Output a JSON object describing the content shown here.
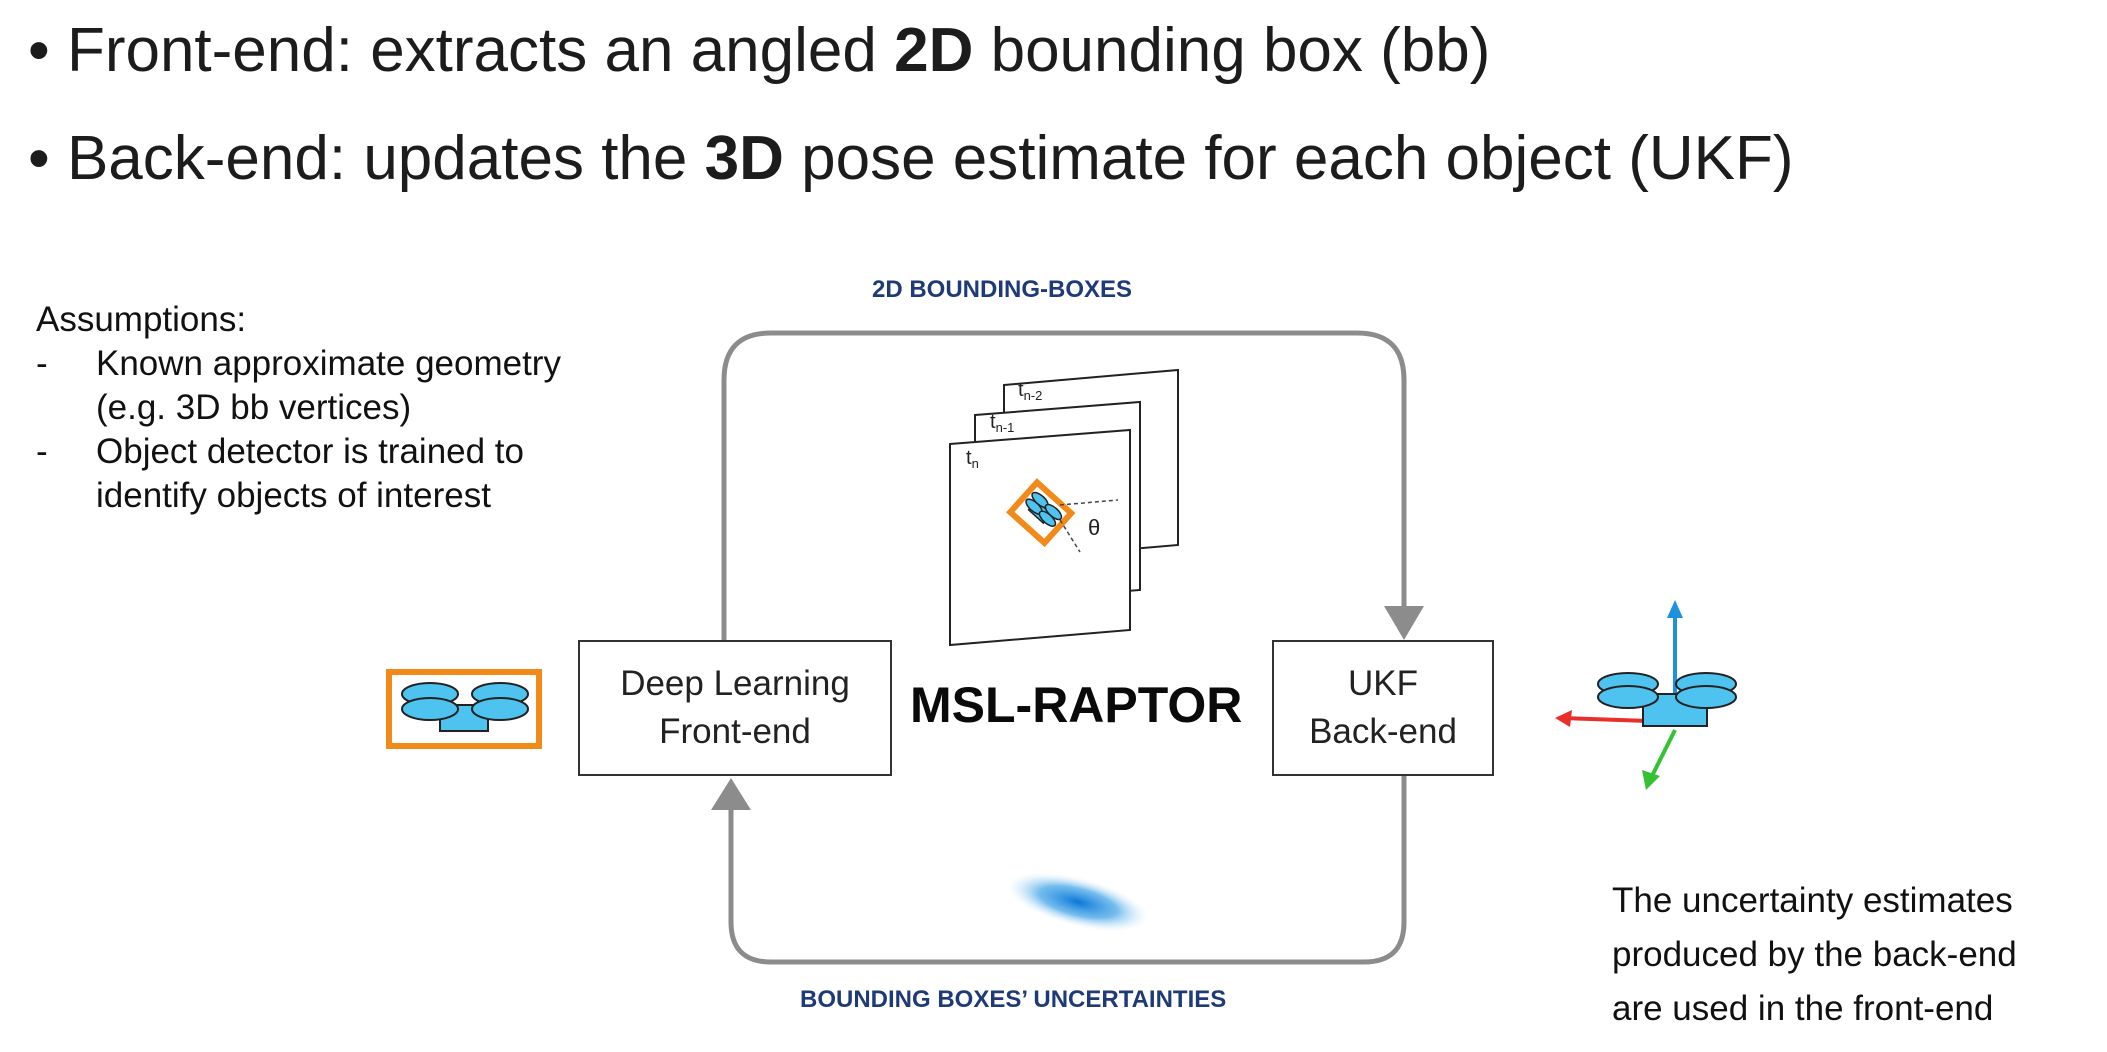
{
  "bullets": [
    {
      "marker": "•",
      "pre": "Front-end: extracts an angled ",
      "bold": "2D",
      "post": " bounding box (bb)"
    },
    {
      "marker": "•",
      "pre": "Back-end: updates the ",
      "bold": "3D",
      "post": " pose estimate for each object (UKF)"
    }
  ],
  "assumptions": {
    "title": "Assumptions:",
    "items": [
      {
        "dash": "-",
        "line1": "Known approximate geometry",
        "line2": "(e.g. 3D bb vertices)"
      },
      {
        "dash": "-",
        "line1": "Object detector is trained to",
        "line2": "identify objects of interest"
      }
    ]
  },
  "diagram": {
    "center_title": "MSL-RAPTOR",
    "top_label": "2D BOUNDING-BOXES",
    "bottom_label": "BOUNDING BOXES’ UNCERTAINTIES",
    "front_box": {
      "line1": "Deep Learning",
      "line2": "Front-end"
    },
    "back_box": {
      "line1": "UKF",
      "line2": "Back-end"
    },
    "frames": {
      "t_base": "t",
      "sub_n": "n",
      "sub_n1": "n-1",
      "sub_n2": "n-2",
      "theta": "θ"
    }
  },
  "note": {
    "lines": [
      "The uncertainty estimates",
      "produced by the back-end",
      "are used in the front-end"
    ]
  },
  "colors": {
    "loop": "#8c8c8c",
    "label_blue": "#1f3a78",
    "bbox_orange": "#f28a1a",
    "drone_blue": "#4fc3f0",
    "axis_red": "#e8302a",
    "axis_green": "#34c234",
    "axis_blue": "#1e90e0"
  }
}
